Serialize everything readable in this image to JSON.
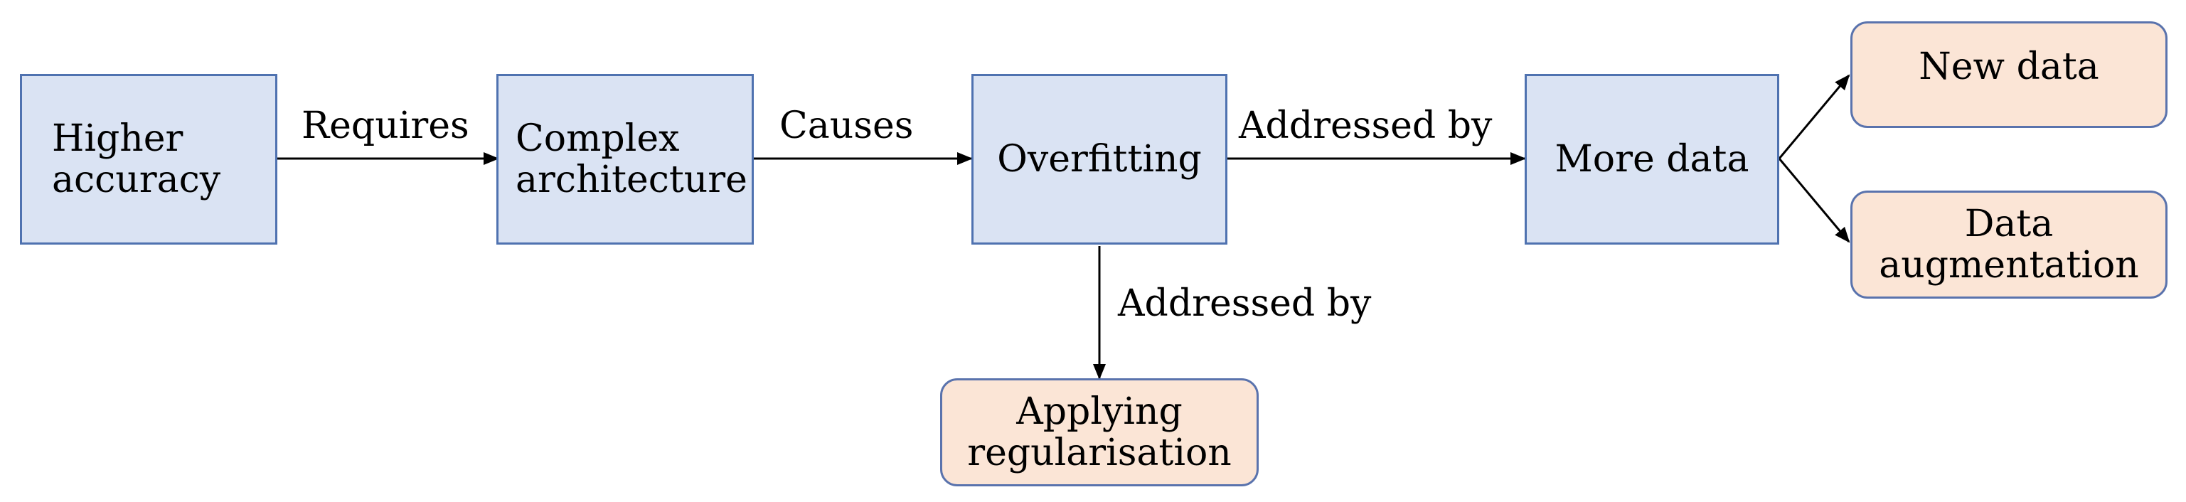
{
  "nodes": {
    "higher_accuracy": [
      "Higher",
      "accuracy"
    ],
    "complex_architecture": [
      "Complex",
      "architecture"
    ],
    "overfitting": [
      "Overfitting"
    ],
    "more_data": [
      "More data"
    ],
    "new_data": [
      "New data"
    ],
    "data_augmentation": [
      "Data",
      "augmentation"
    ],
    "applying_regularisation": [
      "Applying",
      "regularisation"
    ]
  },
  "edges": {
    "requires": "Requires",
    "causes": "Causes",
    "addressed_by_right": "Addressed by",
    "addressed_by_down": "Addressed by"
  },
  "colors": {
    "process_fill": "#dae3f3",
    "process_border": "#4f72b0",
    "outcome_fill": "#fbe5d6",
    "outcome_border": "#5a73ad",
    "arrow": "#000000"
  }
}
